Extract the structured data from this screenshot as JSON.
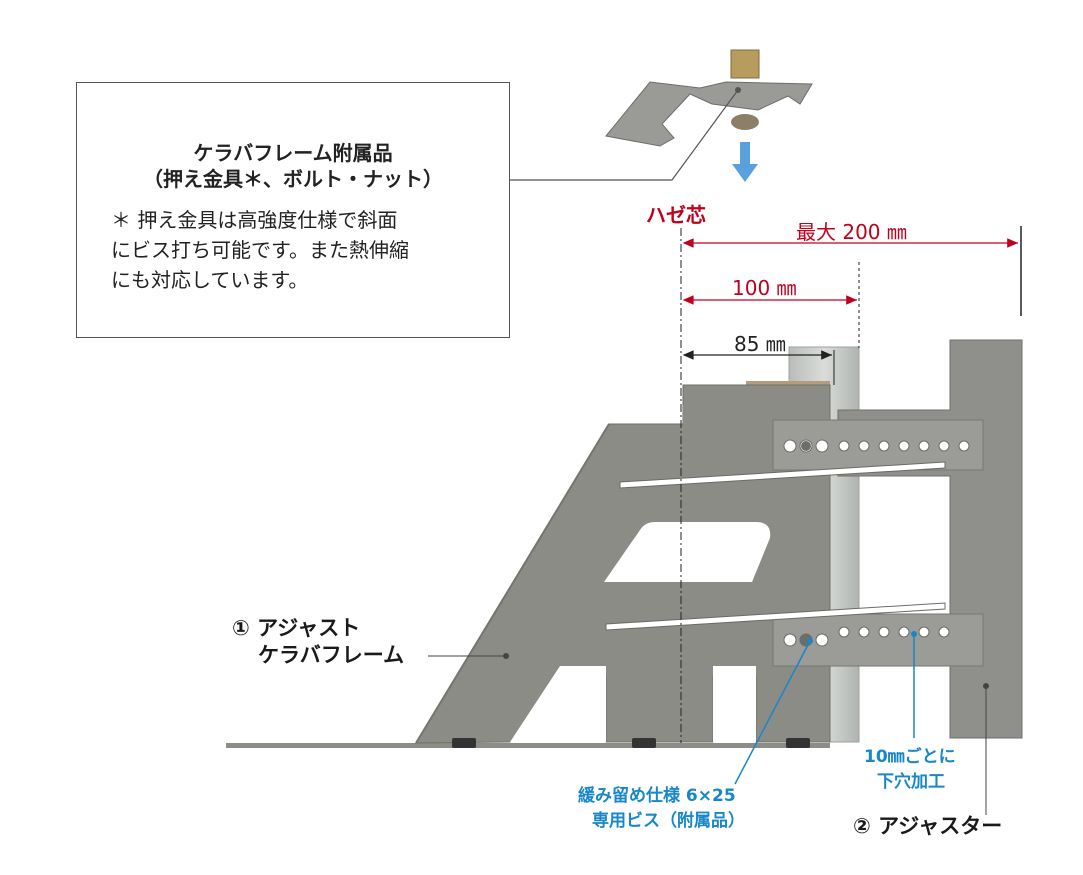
{
  "callout": {
    "title_line1": "ケラバフレーム附属品",
    "title_line2": "（押え金具＊、ボルト・ナット）",
    "note_line1": "＊ 押え金具は高強度仕様で斜面",
    "note_line2": "にビス打ち可能です。また熱伸縮",
    "note_line3": "にも対応しています。"
  },
  "dimensions": {
    "haze_center": "ハゼ芯",
    "max_200": "最大 200 ㎜",
    "d_100": "100 ㎜",
    "d_85": "85 ㎜"
  },
  "labels": {
    "adjust_frame_line1": "① アジャスト",
    "adjust_frame_line2": "ケラバフレーム",
    "adjuster": "② アジャスター",
    "screw_line1": "緩み留め仕様 6×25",
    "screw_line2": "専用ビス（附属品）",
    "holes_line1": "10㎜ごとに",
    "holes_line2": "下穴加工"
  },
  "colors": {
    "dimension_red": "#c0001d",
    "annotation_blue": "#1787c8",
    "frame_gray": "#8c8c86",
    "arrow_blue": "#5aa0dc"
  }
}
